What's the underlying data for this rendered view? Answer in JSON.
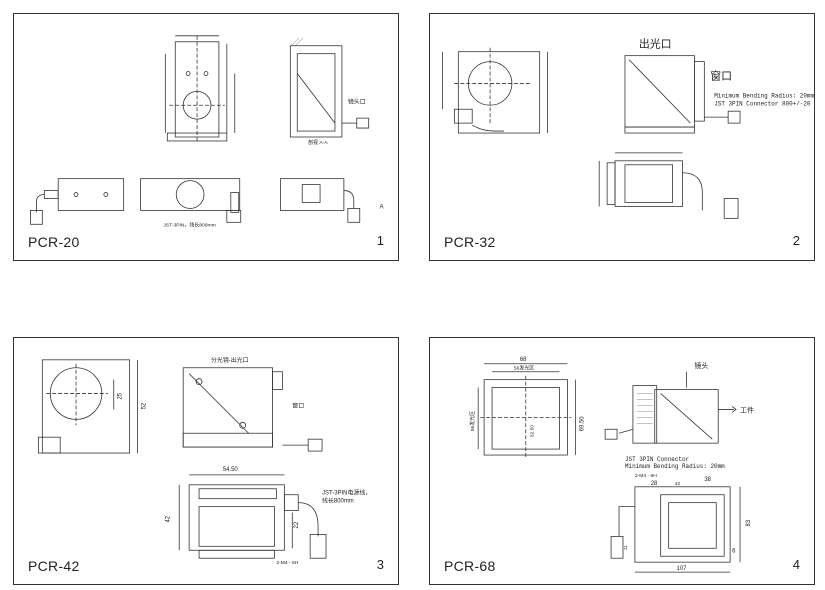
{
  "panels": [
    {
      "model": "PCR-20",
      "number": "1",
      "labels": {
        "lens_port": "镜头口",
        "section": "剖视 A-A",
        "cable": "JST-3PIN，线长800mm",
        "mark_a": "A"
      }
    },
    {
      "model": "PCR-32",
      "number": "2",
      "labels": {
        "light_exit": "出光口",
        "window": "窗口",
        "bending": "Minimum Bending Radius: 20mm",
        "connector": "JST 3PIN Connector  800+/-20"
      }
    },
    {
      "model": "PCR-42",
      "number": "3",
      "labels": {
        "splitter": "分光镜-出光口",
        "window": "窗口",
        "cable": "JST-3PIN电源线，",
        "cable2": "线长800mm",
        "dim_width": "54.50",
        "dim_height": "42",
        "dim_side": "52",
        "dim_22": "22",
        "dim_25": "25",
        "dim_thread": "2-M4 - 6H"
      }
    },
    {
      "model": "PCR-68",
      "number": "4",
      "labels": {
        "lens": "镜头",
        "workpiece": "工件",
        "connector": "JST 3PIN Connector",
        "bending": "Minimum Bending Radius: 20mm",
        "dim_68": "68",
        "dim_56": "56发光区",
        "dim_56v": "56发光区",
        "dim_6950": "69.50",
        "dim_3250": "32.50",
        "dim_thread": "2-M4 - 6H",
        "dim_28": "28",
        "dim_38": "38",
        "dim_42": "42",
        "dim_83": "83",
        "dim_6": "6",
        "dim_107": "107",
        "dim_11": "11"
      }
    }
  ]
}
